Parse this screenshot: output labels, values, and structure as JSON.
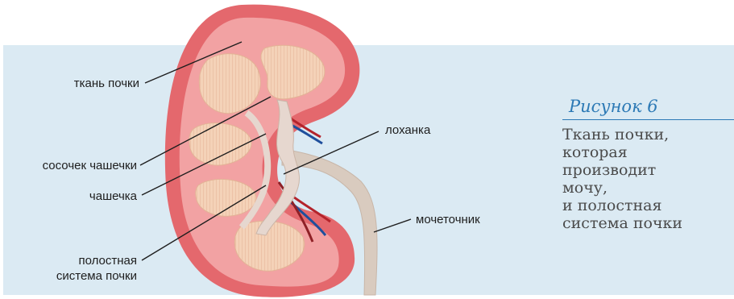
{
  "labels": {
    "tissue": "ткань почки",
    "papilla": "сосочек чашечки",
    "calyx": "чашечка",
    "cavity_line1": "полостная",
    "cavity_line2": "система почки",
    "pelvis": "лоханка",
    "ureter": "мочеточник"
  },
  "figure": {
    "title": "Рисунок 6",
    "caption_lines": [
      "Ткань почки,",
      "которая",
      "производит",
      "мочу,",
      "и полостная",
      "система почки"
    ]
  },
  "colors": {
    "panel": "#dbeaf3",
    "kidney_outer": "#e4686d",
    "kidney_inner": "#f2a2a3",
    "pyramid": "#f4d2b8",
    "cavity": "#e6d7cf",
    "ureter": "#d9cbbf",
    "title_blue": "#2c79b5"
  }
}
